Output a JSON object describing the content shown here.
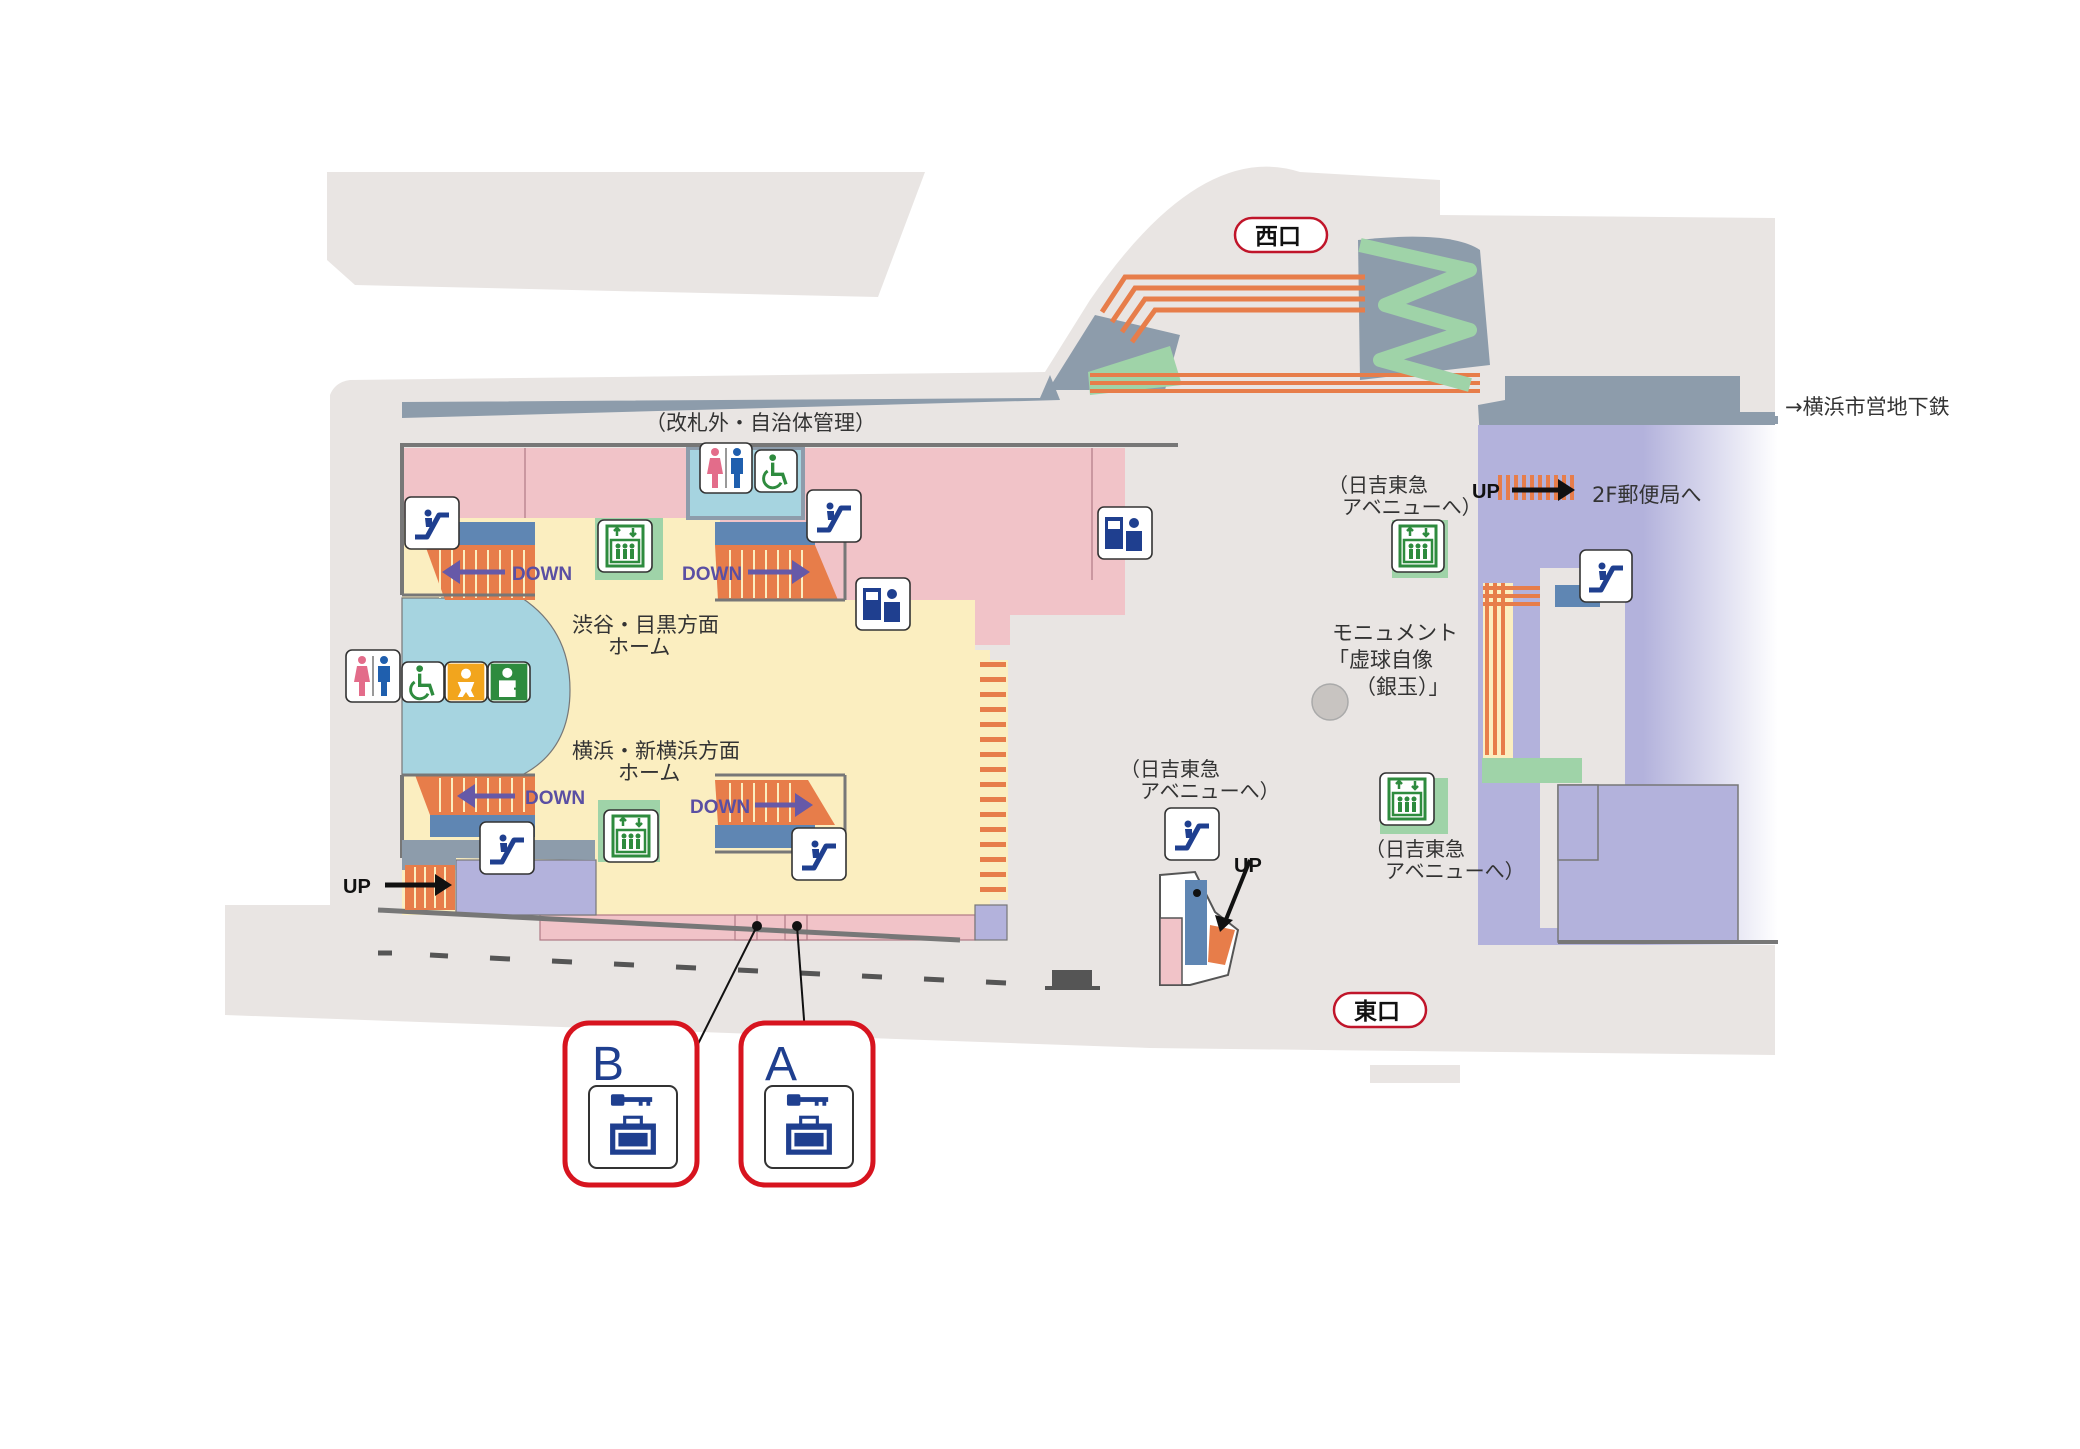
{
  "colors": {
    "outdoor": "#e9e5e3",
    "concourse": "#fbeec0",
    "shop": "#f1c3c8",
    "platform": "#a6d4e0",
    "facility": "#b3b2dc",
    "stairs": "#e77d4a",
    "structure": "#8d9cab",
    "escalator_belt": "#5f86b3",
    "green_zone": "#9fd3a8",
    "locker_frame": "#d7141f",
    "icon_blue": "#1f3f8f",
    "arrow_purple": "#6659a8"
  },
  "labels": {
    "gate_outside": "（改札外・自治体管理）",
    "platform_shibuya": "渋谷・目黒方面",
    "platform_shibuya_2": "ホーム",
    "platform_yokohama": "横浜・新横浜方面",
    "platform_yokohama_2": "ホーム",
    "subway": "→横浜市営地下鉄",
    "post_office": "2F郵便局へ",
    "avenue_1a": "（日吉東急",
    "avenue_1b": "アベニューへ）",
    "avenue_2a": "（日吉東急",
    "avenue_2b": "アベニューへ）",
    "avenue_3a": "（日吉東急",
    "avenue_3b": "アベニューへ）",
    "monument_1": "モニュメント",
    "monument_2": "「虚球自像",
    "monument_3": "（銀玉）」",
    "down": "DOWN",
    "up": "UP",
    "west_exit": "西口",
    "east_exit": "東口",
    "locker_a": "A",
    "locker_b": "B"
  },
  "icons": {
    "restroom": "restroom-icon",
    "accessible": "wheelchair-icon",
    "baby": "baby-room-icon",
    "ostomate": "multipurpose-toilet-icon",
    "elevator": "elevator-icon",
    "escalator_up": "escalator-up-icon",
    "escalator_down": "escalator-down-icon",
    "ticket": "ticket-machine-icon",
    "locker": "coin-locker-icon"
  }
}
